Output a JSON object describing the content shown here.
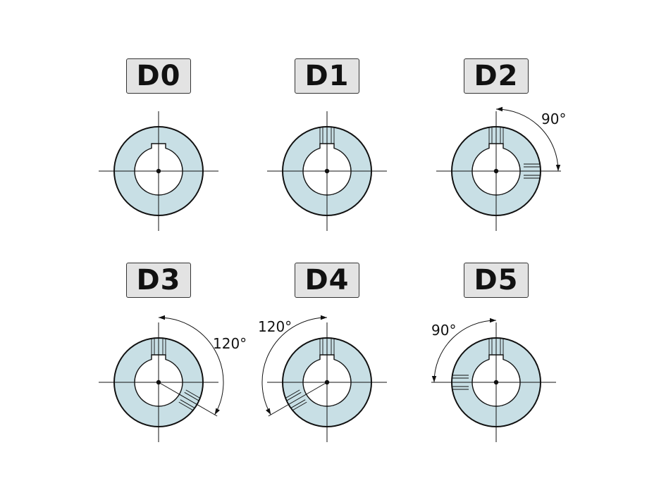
{
  "colors": {
    "ring_fill": "#c8dfe5",
    "outline": "#111111",
    "label_bg": "#e3e3e3"
  },
  "variants": [
    {
      "code": "D0",
      "extra_keyways_deg": [],
      "angle_label": ""
    },
    {
      "code": "D1",
      "extra_keyways_deg": [],
      "angle_label": ""
    },
    {
      "code": "D2",
      "extra_keyways_deg": [
        90
      ],
      "angle_label": "90°"
    },
    {
      "code": "D3",
      "extra_keyways_deg": [
        120
      ],
      "angle_label": "120°"
    },
    {
      "code": "D4",
      "extra_keyways_deg": [
        -120
      ],
      "angle_label": "120°"
    },
    {
      "code": "D5",
      "extra_keyways_deg": [
        -90
      ],
      "angle_label": "90°"
    }
  ]
}
